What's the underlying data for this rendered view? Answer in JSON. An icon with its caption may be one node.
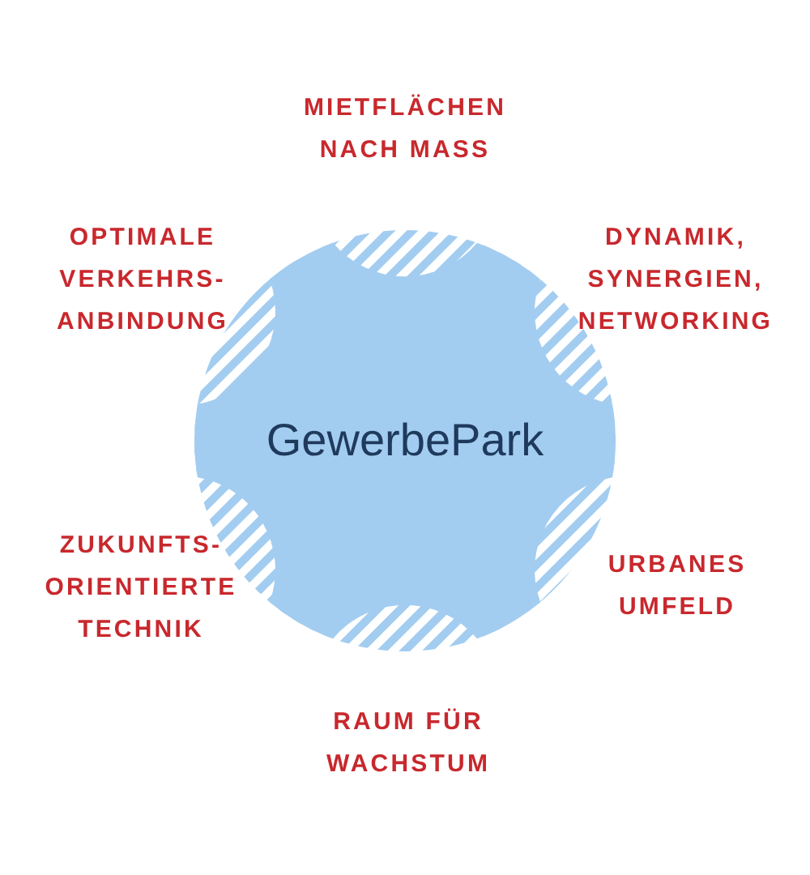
{
  "diagram": {
    "nodes": [
      {
        "text": [
          "GewerbePark"
        ]
      }
    ],
    "labels": [
      "MIETFLÄCHEN NACH MASS",
      "OPTIMALE VERKEHRS- ANBINDUNG",
      "DYNAMIK, SYNERGIEN, NETWORKING",
      "ZUKUNFTS- ORIENTIERTE TECHNIK",
      "URBANES UMFELD",
      "RAUM FÜR WACHSTUM"
    ]
  }
}
